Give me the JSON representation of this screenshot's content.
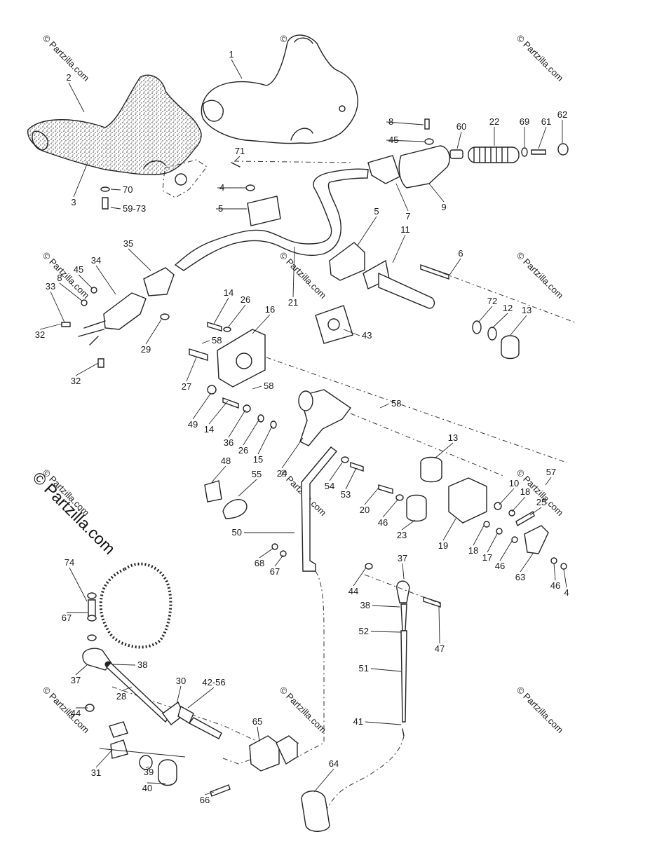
{
  "watermarks": [
    "© Partzilla.com",
    "© Partzilla.com",
    "© Partzilla.com",
    "© Partzilla.com",
    "© Partzilla.com",
    "© Partzilla.com",
    "© Partzilla.com",
    "© Partzilla.com",
    "© Partzilla.com",
    "© Partzilla.com",
    "© Partzilla.com",
    "© Partzilla.com"
  ],
  "side_watermark": "© Partzilla.com",
  "callouts": [
    "1",
    "2",
    "3",
    "71",
    "70",
    "59-73",
    "4",
    "5",
    "8",
    "45",
    "60",
    "22",
    "69",
    "61",
    "62",
    "7",
    "9",
    "5",
    "11",
    "6",
    "35",
    "34",
    "8",
    "45",
    "33",
    "32",
    "29",
    "32",
    "21",
    "14",
    "26",
    "16",
    "58",
    "27",
    "58",
    "49",
    "14",
    "36",
    "26",
    "15",
    "24",
    "43",
    "72",
    "12",
    "13",
    "58",
    "13",
    "48",
    "55",
    "54",
    "53",
    "20",
    "46",
    "23",
    "19",
    "10",
    "18",
    "57",
    "25",
    "18",
    "17",
    "46",
    "63",
    "46",
    "4",
    "50",
    "68",
    "67",
    "37",
    "44",
    "38",
    "47",
    "52",
    "51",
    "41",
    "74",
    "67",
    "38",
    "37",
    "30",
    "42-56",
    "28",
    "44",
    "65",
    "64",
    "31",
    "39",
    "40",
    "66"
  ]
}
